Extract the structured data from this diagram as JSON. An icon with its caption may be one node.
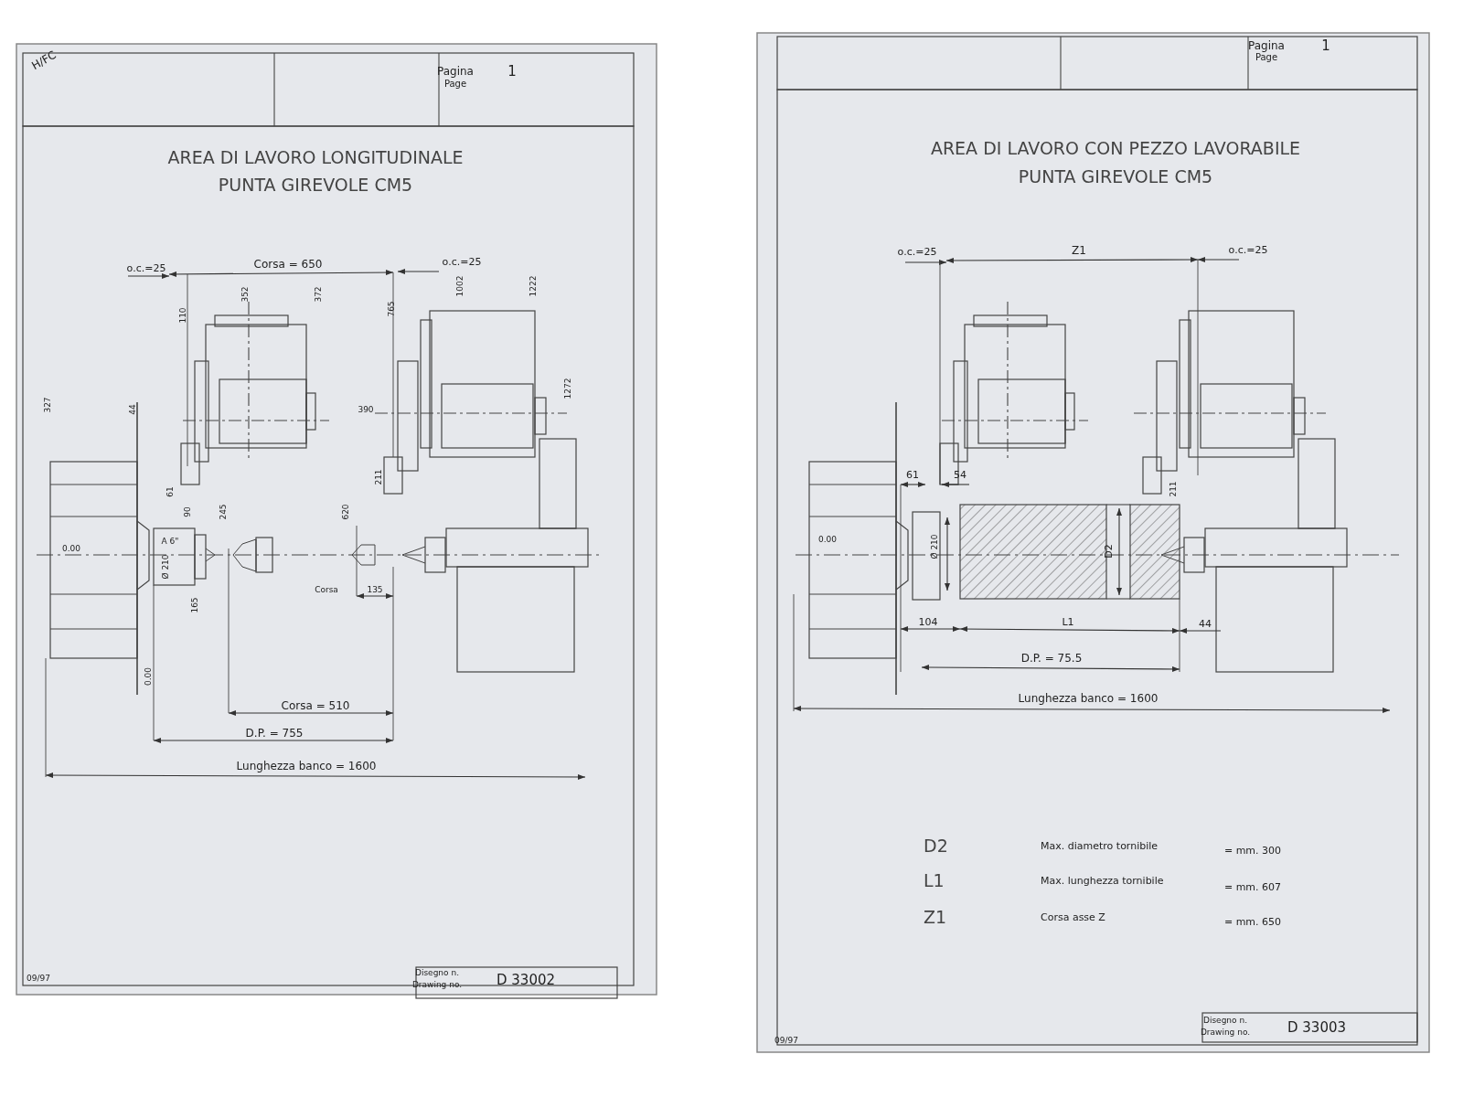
{
  "diagram": {
    "labels": [
      "Pagina",
      "Page",
      "1",
      "AREA DI LAVORO LONGITUDINALE",
      "PUNTA GIREVOLE CM5",
      "o.c.=25",
      "Corsa = 650",
      "o.c.=25",
      "110",
      "352",
      "372",
      "765",
      "1002",
      "1222",
      "327",
      "44",
      "390",
      "1272",
      "61",
      "90",
      "A 6\"",
      "245",
      "620",
      "211",
      "0.00",
      "Ø 210",
      "165",
      "Corsa",
      "135",
      "0.00",
      "Corsa = 510",
      "D.P. = 755",
      "Lunghezza banco = 1600",
      "09/97",
      "Disegno n.",
      "Drawing no.",
      "D 33002",
      "Pagina",
      "Page",
      "1",
      "AREA DI LAVORO CON PEZZO LAVORABILE",
      "PUNTA GIREVOLE CM5",
      "o.c.=25",
      "Z1",
      "o.c.=25",
      "61",
      "54",
      "211",
      "0.00",
      "Ø 210",
      "D2",
      "104",
      "L1",
      "44",
      "D.P. = 75.5",
      "Lunghezza banco = 1600",
      "D2",
      "Max. diametro tornibile",
      "= mm. 300",
      "L1",
      "Max. lunghezza tornibile",
      "= mm. 607",
      "Z1",
      "Corsa asse Z",
      "= mm. 650",
      "09/97",
      "Disegno n.",
      "Drawing no.",
      "D 33003",
      "H/FC"
    ]
  }
}
